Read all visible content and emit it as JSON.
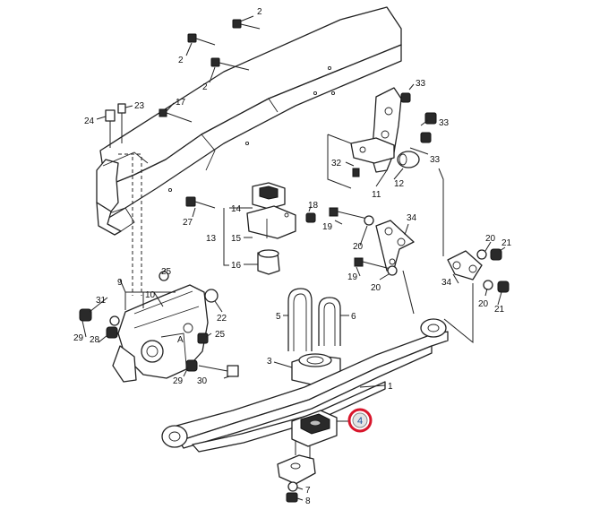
{
  "callouts": [
    {
      "id": "c2a",
      "text": "2"
    },
    {
      "id": "c2b",
      "text": "2"
    },
    {
      "id": "c2c",
      "text": "2"
    },
    {
      "id": "c17",
      "text": "17"
    },
    {
      "id": "c23",
      "text": "23"
    },
    {
      "id": "c24",
      "text": "24"
    },
    {
      "id": "c33a",
      "text": "33"
    },
    {
      "id": "c33b",
      "text": "33"
    },
    {
      "id": "c33c",
      "text": "33"
    },
    {
      "id": "c32",
      "text": "32"
    },
    {
      "id": "c11",
      "text": "11"
    },
    {
      "id": "c12",
      "text": "12"
    },
    {
      "id": "c27",
      "text": "27"
    },
    {
      "id": "c14",
      "text": "14"
    },
    {
      "id": "c13",
      "text": "13"
    },
    {
      "id": "c15",
      "text": "15"
    },
    {
      "id": "c16",
      "text": "16"
    },
    {
      "id": "c18",
      "text": "18"
    },
    {
      "id": "c19a",
      "text": "19"
    },
    {
      "id": "c19b",
      "text": "19"
    },
    {
      "id": "c20a",
      "text": "20"
    },
    {
      "id": "c20b",
      "text": "20"
    },
    {
      "id": "c20c",
      "text": "20"
    },
    {
      "id": "c20d",
      "text": "20"
    },
    {
      "id": "c21a",
      "text": "21"
    },
    {
      "id": "c21b",
      "text": "21"
    },
    {
      "id": "c34a",
      "text": "34"
    },
    {
      "id": "c34b",
      "text": "34"
    },
    {
      "id": "c9",
      "text": "9"
    },
    {
      "id": "c10",
      "text": "10"
    },
    {
      "id": "c31",
      "text": "31"
    },
    {
      "id": "c25a",
      "text": "25"
    },
    {
      "id": "c25b",
      "text": "25"
    },
    {
      "id": "c22",
      "text": "22"
    },
    {
      "id": "c29a",
      "text": "29"
    },
    {
      "id": "c29b",
      "text": "29"
    },
    {
      "id": "c28",
      "text": "28"
    },
    {
      "id": "c30",
      "text": "30"
    },
    {
      "id": "cA",
      "text": "A"
    },
    {
      "id": "c5",
      "text": "5"
    },
    {
      "id": "c6",
      "text": "6"
    },
    {
      "id": "c3",
      "text": "3"
    },
    {
      "id": "c1",
      "text": "1"
    },
    {
      "id": "c7",
      "text": "7"
    },
    {
      "id": "c8",
      "text": "8"
    }
  ],
  "highlight": {
    "text": "4",
    "ring_color": "#d8152b"
  }
}
